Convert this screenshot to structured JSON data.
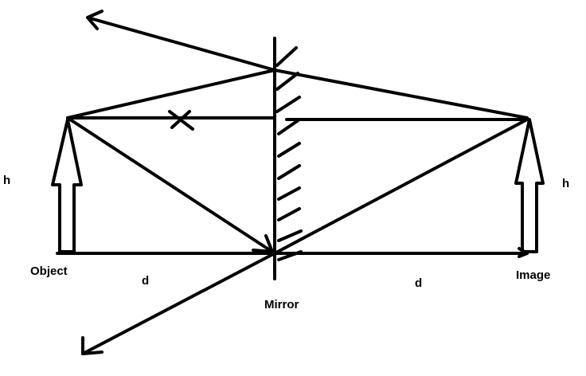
{
  "labels": {
    "object": "Object",
    "image": "Image",
    "mirror": "Mirror",
    "d_left": "d",
    "d_right": "d",
    "h_left": "h",
    "h_right": "h"
  },
  "colors": {
    "ink": "#000000",
    "background": "#ffffff"
  }
}
